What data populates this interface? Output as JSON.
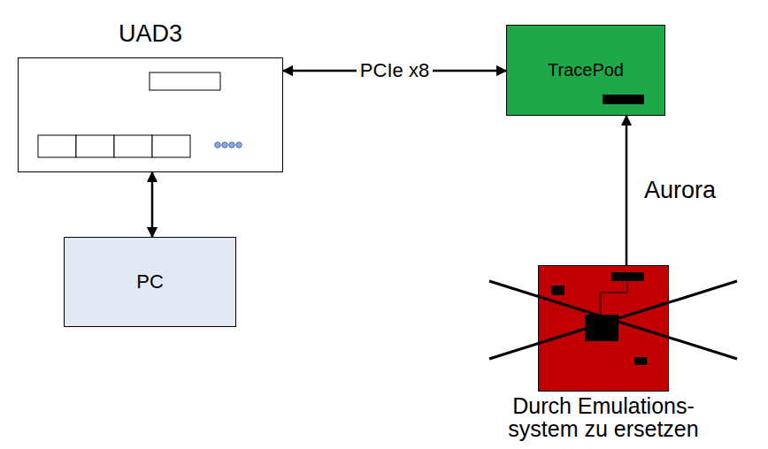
{
  "diagram": {
    "nodes": [
      {
        "text": [
          "UAD3"
        ]
      },
      {
        "text": [
          "PC"
        ]
      },
      {
        "text": [
          "TracePod"
        ]
      },
      {
        "text": [
          "Durch Emulations- system zu ersetzen"
        ]
      }
    ],
    "edges": [
      {
        "from": 0,
        "to": 2,
        "label": "PCIe x8",
        "arrow": "both"
      },
      {
        "from": 0,
        "to": 1,
        "arrow": "both"
      },
      {
        "from": 3,
        "to": 2,
        "label": "Aurora",
        "arrow": "to"
      }
    ]
  }
}
